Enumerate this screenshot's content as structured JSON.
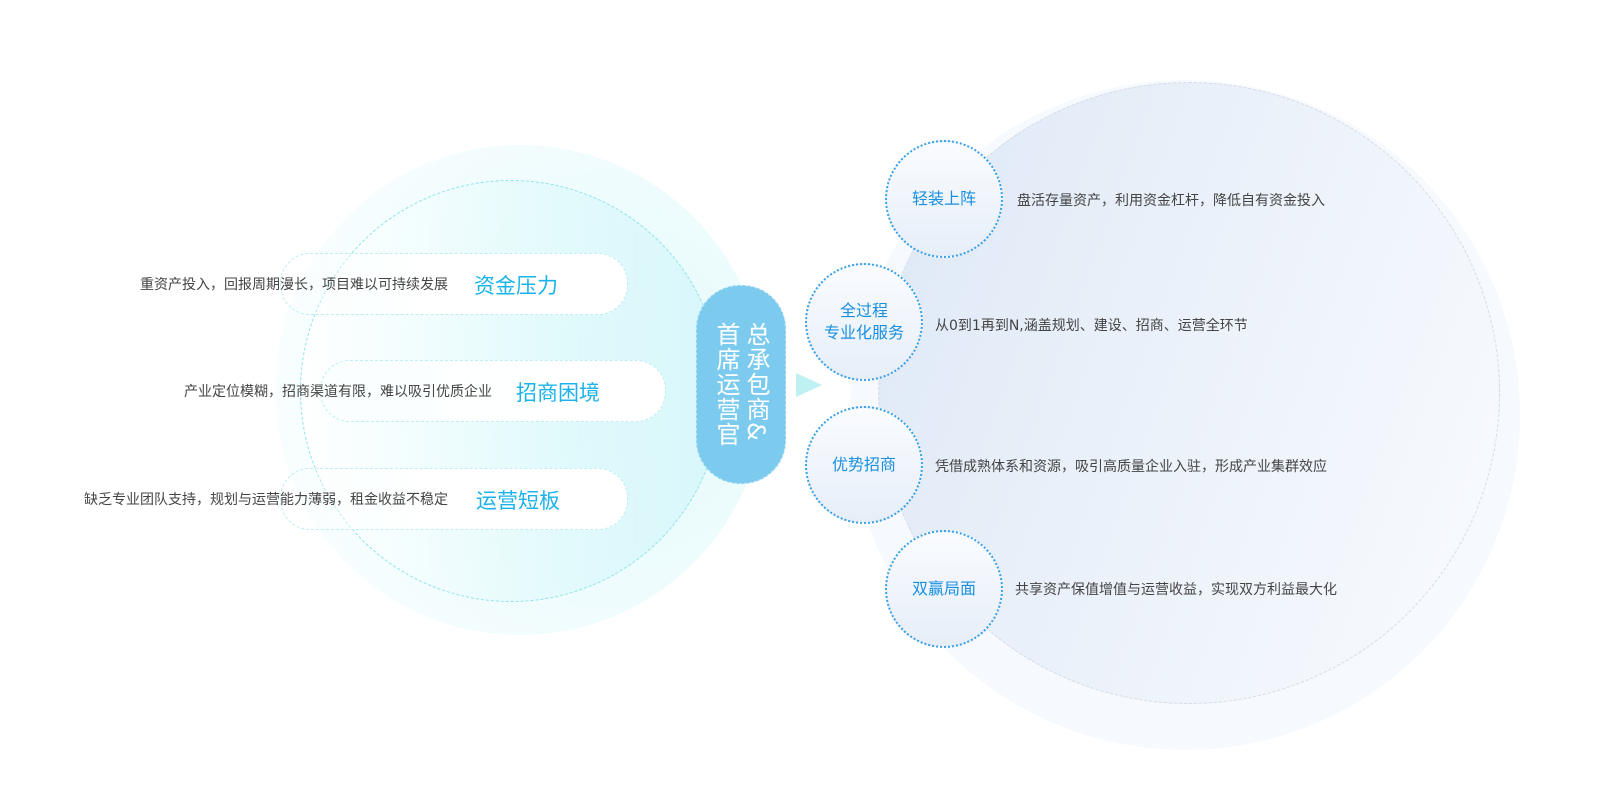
{
  "center": {
    "line1": "总承包商&",
    "line2": "首席运营官"
  },
  "challenges": [
    {
      "title": "资金压力",
      "desc": "重资产投入，回报周期漫长，项目难以可持续发展"
    },
    {
      "title": "招商困境",
      "desc": "产业定位模糊，招商渠道有限，难以吸引优质企业"
    },
    {
      "title": "运营短板",
      "desc": "缺乏专业团队支持，规划与运营能力薄弱，租金收益不稳定"
    }
  ],
  "solutions": [
    {
      "title": "轻装上阵",
      "title2": "",
      "desc": "盘活存量资产，利用资金杠杆，降低自有资金投入"
    },
    {
      "title": "全过程",
      "title2": "专业化服务",
      "desc": "从0到1再到N,涵盖规划、建设、招商、运营全环节"
    },
    {
      "title": "优势招商",
      "title2": "",
      "desc": "凭借成熟体系和资源，吸引高质量企业入驻，形成产业集群效应"
    },
    {
      "title": "双赢局面",
      "title2": "",
      "desc": "共享资产保值增值与运营收益，实现双方利益最大化"
    }
  ]
}
